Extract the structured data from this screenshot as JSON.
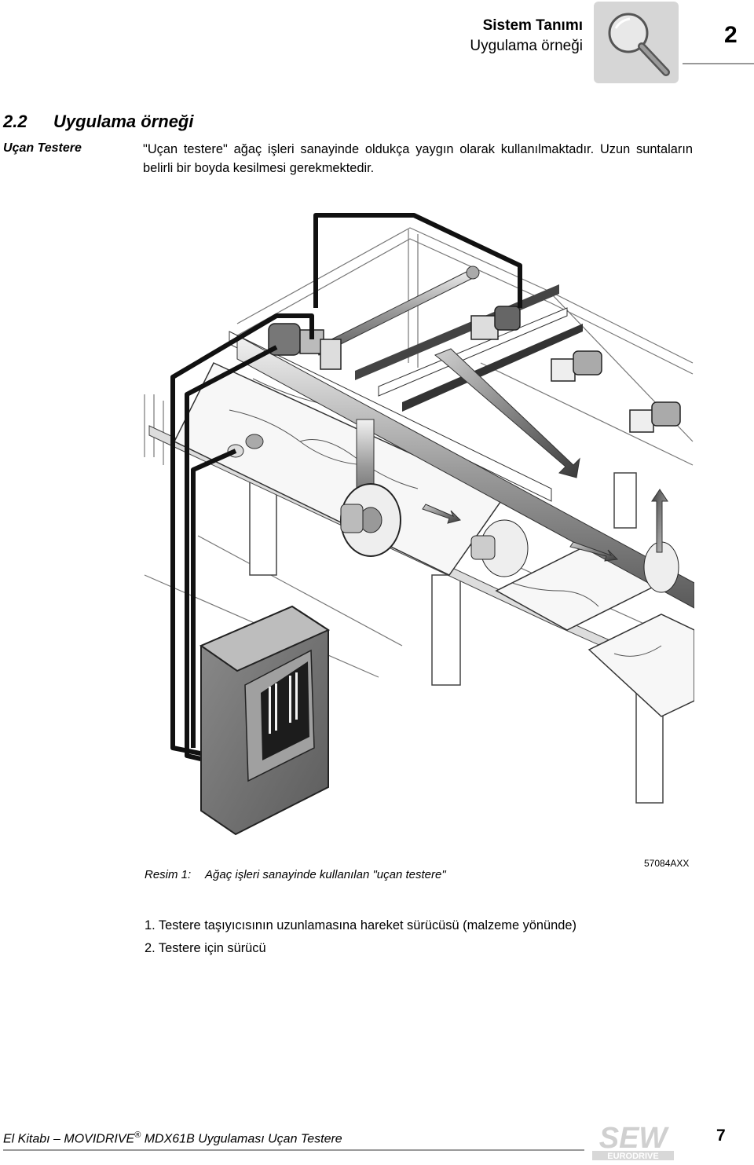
{
  "header": {
    "title": "Sistem Tanımı",
    "subtitle": "Uygulama örneği",
    "chapter": "2",
    "icon": "magnifier-icon"
  },
  "section": {
    "number": "2.2",
    "title": "Uygulama örneği"
  },
  "margin_label": "Uçan Testere",
  "intro": "\"Uçan testere\" ağaç işleri sanayinde oldukça yaygın olarak kullanılmaktadır. Uzun suntaların belirli bir boyda kesilmesi gerekmektedir.",
  "figure": {
    "caption_label": "Resim 1:",
    "caption_text": "Ağaç işleri sanayinde kullanılan \"uçan testere\"",
    "id": "57084AXX"
  },
  "list": [
    "1.  Testere taşıyıcısının uzunlamasına hareket sürücüsü (malzeme yönünde)",
    "2.  Testere için sürücü"
  ],
  "footer": {
    "text_before": "El Kitabı – MOVIDRIVE",
    "registered": "®",
    "text_after": " MDX61B Uygulaması Uçan Testere",
    "page": "7",
    "logo_top": "SEW",
    "logo_bottom": "EURODRIVE"
  }
}
